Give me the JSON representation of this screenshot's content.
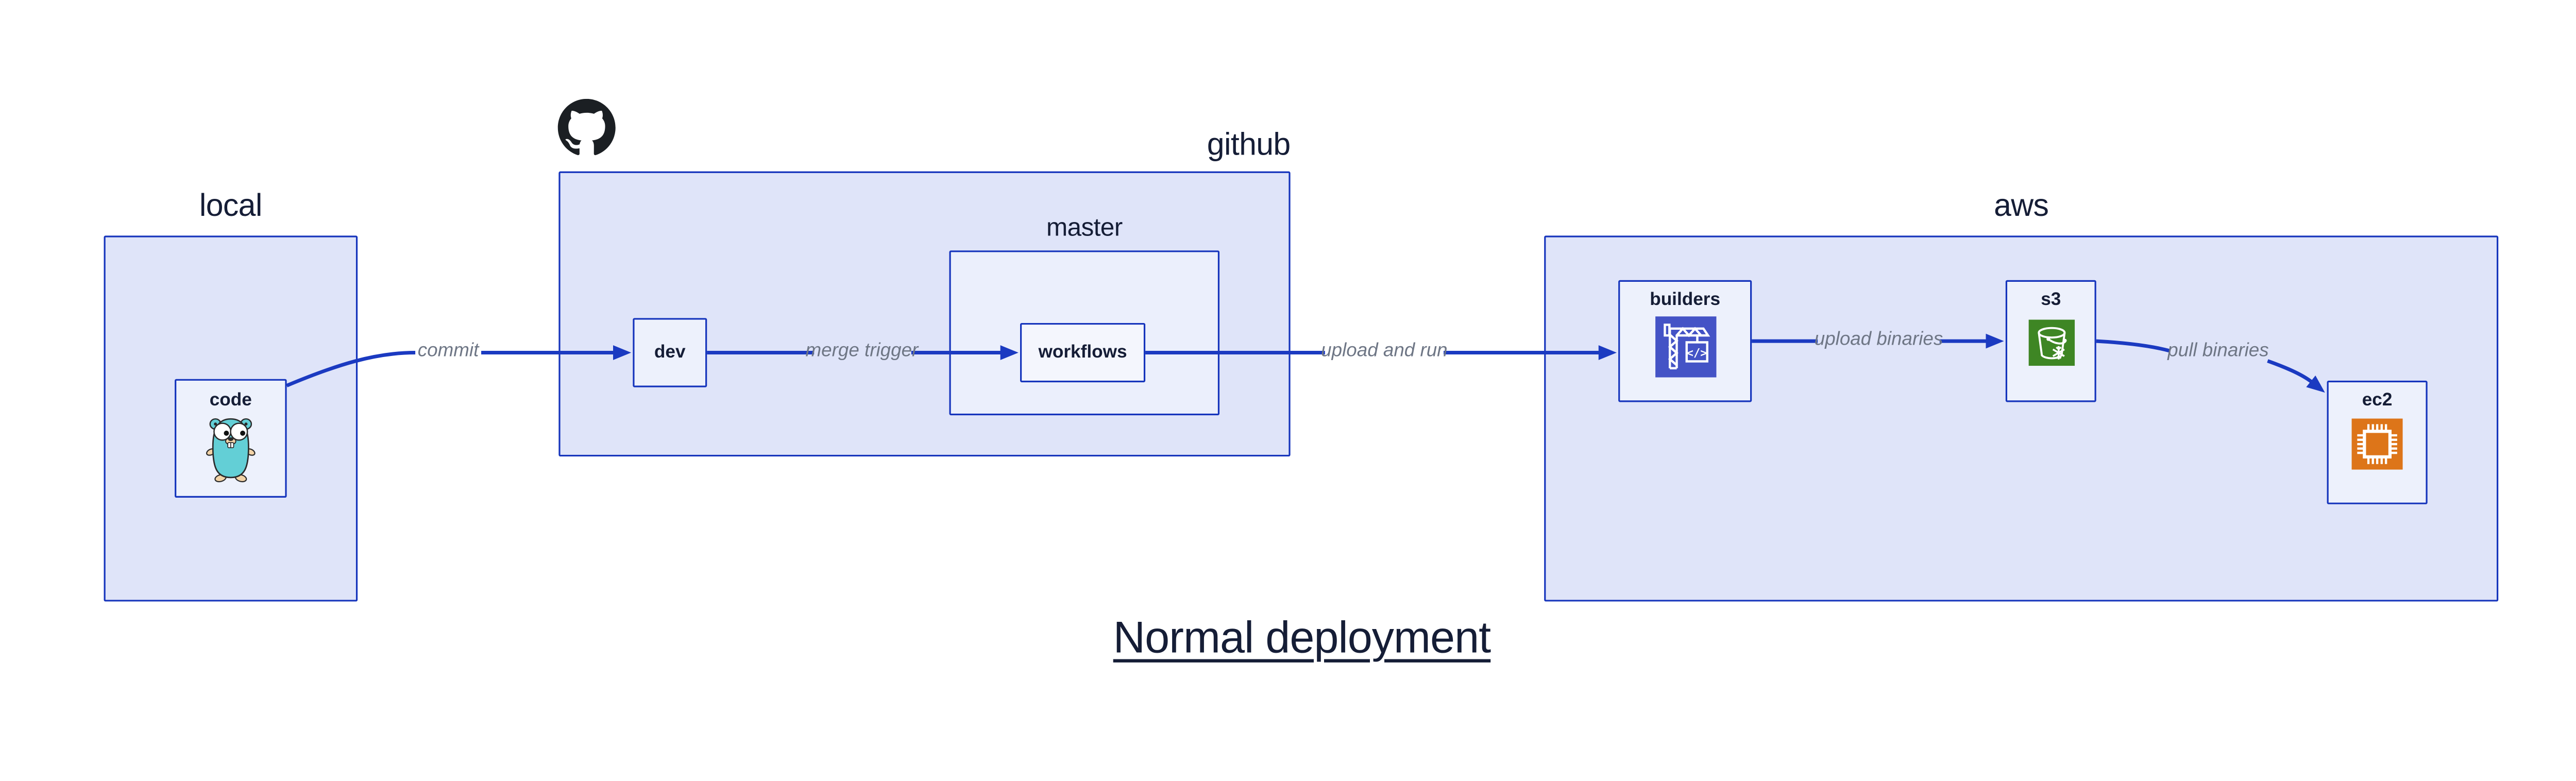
{
  "title": {
    "text": "Normal deployment"
  },
  "groups": {
    "local": {
      "label": "local"
    },
    "github": {
      "label": "github"
    },
    "master": {
      "label": "master"
    },
    "aws": {
      "label": "aws"
    }
  },
  "nodes": {
    "code": {
      "label": "code",
      "icon": "go-gopher-icon"
    },
    "dev": {
      "label": "dev"
    },
    "workflows": {
      "label": "workflows"
    },
    "builders": {
      "label": "builders",
      "icon": "aws-codebuild-crane-icon"
    },
    "s3": {
      "label": "s3",
      "icon": "aws-s3-bucket-icon"
    },
    "ec2": {
      "label": "ec2",
      "icon": "aws-ec2-chip-icon"
    }
  },
  "edges": {
    "commit": {
      "label": "commit",
      "from": "code",
      "to": "dev"
    },
    "merge_trigger": {
      "label": "merge trigger",
      "from": "dev",
      "to": "workflows"
    },
    "upload_and_run": {
      "label": "upload and run",
      "from": "workflows",
      "to": "builders"
    },
    "upload_binaries": {
      "label": "upload binaries",
      "from": "builders",
      "to": "s3"
    },
    "pull_binaries": {
      "label": "pull binaries",
      "from": "s3",
      "to": "ec2"
    }
  },
  "icons": {
    "github_logo": "github-octocat-icon"
  },
  "colors": {
    "border_blue": "#1534bc",
    "arrow_blue": "#1b3ac1",
    "group_fill": "#dfe4f9",
    "subgroup_fill": "#ebeffc",
    "node_fill": "#edf1fc",
    "inner_node_fill": "#f4f6fd",
    "text_dark": "#151d36",
    "edge_label_gray": "#6e7685",
    "codebuild_indigo": "#4453c6",
    "s3_green": "#3e8624",
    "ec2_orange": "#dd7519",
    "gopher_teal": "#63cfd6",
    "octocat_black": "#1b1f23",
    "canvas_bg": "#ffffff"
  }
}
